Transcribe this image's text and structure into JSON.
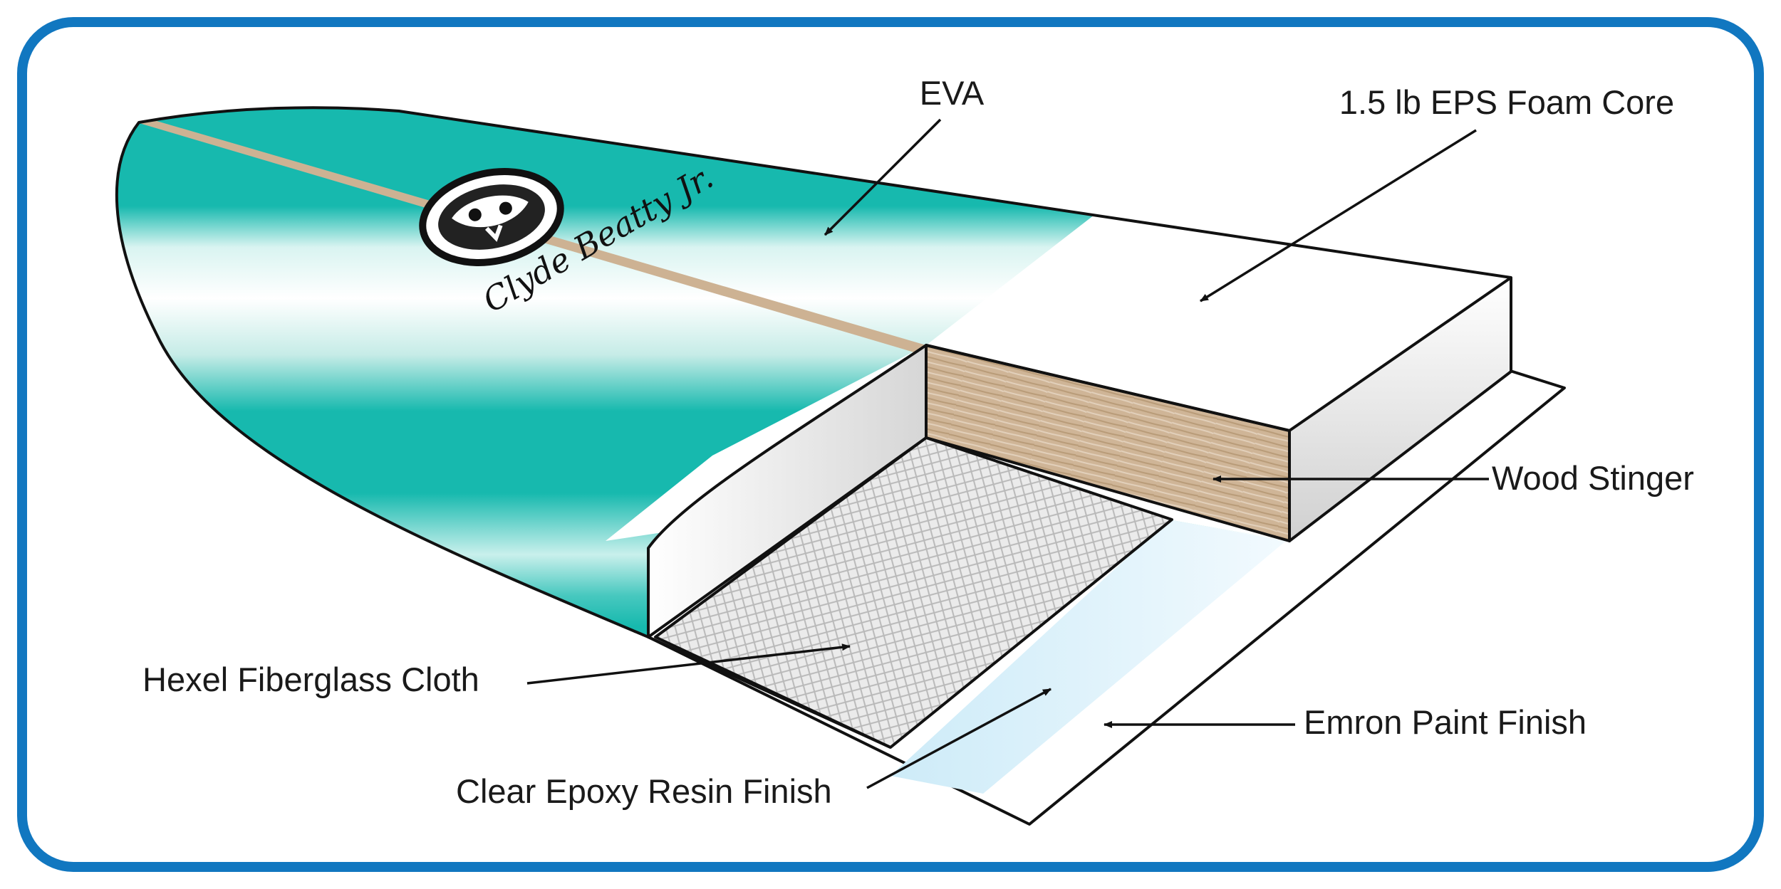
{
  "colors": {
    "frame": "#1177c0",
    "deck_teal": "#17b9ae",
    "stinger": "#cdb293",
    "resin": "#dff1fb",
    "fiberglass": "#e9e9e9"
  },
  "logo": {
    "signature": "Clyde Beatty Jr."
  },
  "labels": {
    "eva": "EVA",
    "foam_core": "1.5 lb EPS Foam Core",
    "wood_stinger": "Wood Stinger",
    "fiberglass": "Hexel Fiberglass Cloth",
    "paint": "Emron Paint Finish",
    "resin": "Clear Epoxy Resin Finish"
  }
}
